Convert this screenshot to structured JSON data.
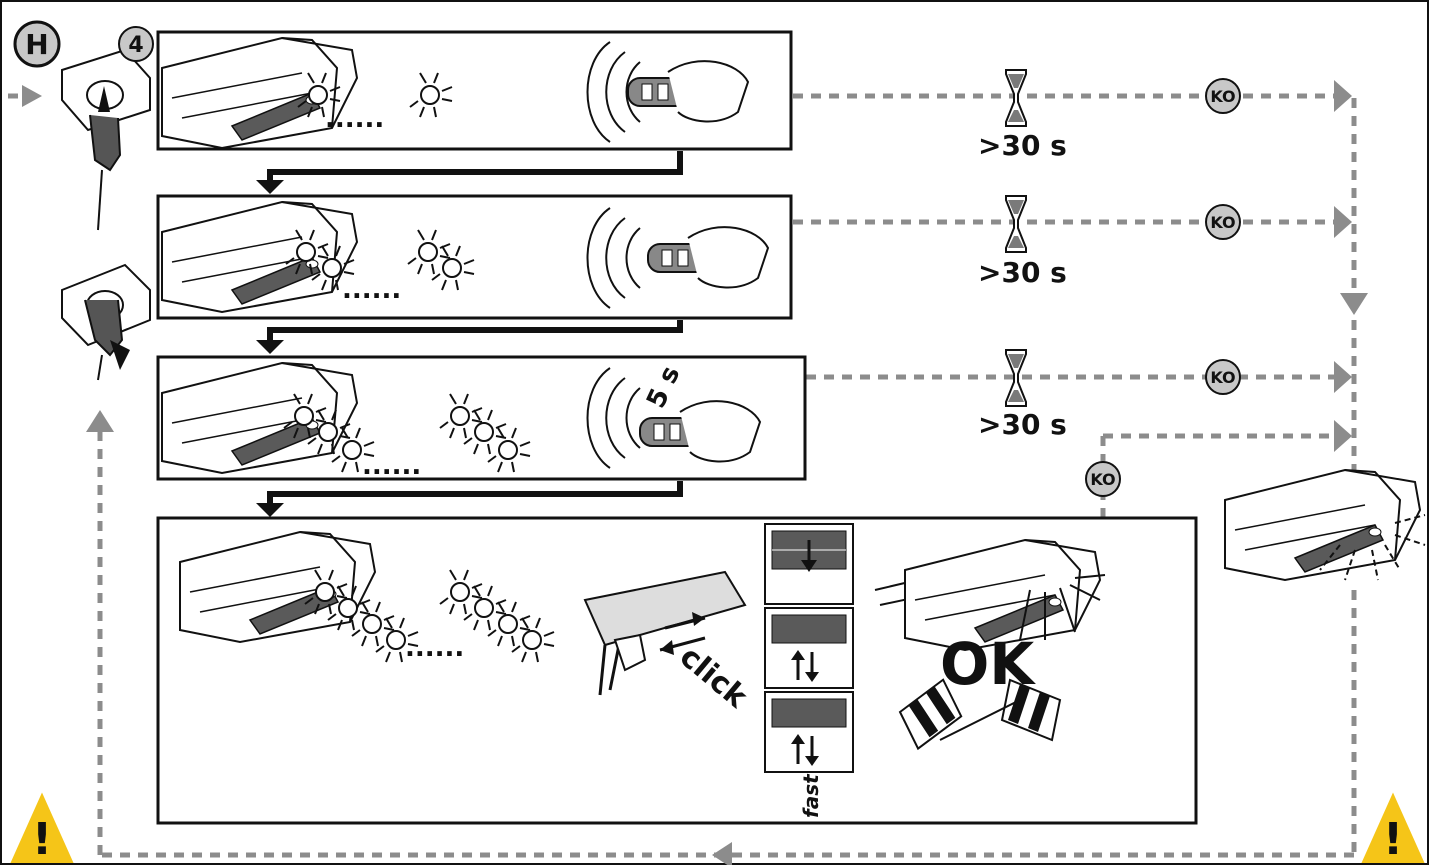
{
  "badges": {
    "section": "H",
    "step": "4"
  },
  "timeout_label": ">30 s",
  "ko_label": "KO",
  "hold_label": "5 s",
  "click_label": "click",
  "ok_label": "OK",
  "fast_label": "fast",
  "warning_glyph": "!",
  "colors": {
    "dashed": "#8c8c8c",
    "ink": "#111111",
    "warning": "#f5c518",
    "badge_fill": "#c8c8c8",
    "grey_panel": "#5a5a5a"
  }
}
